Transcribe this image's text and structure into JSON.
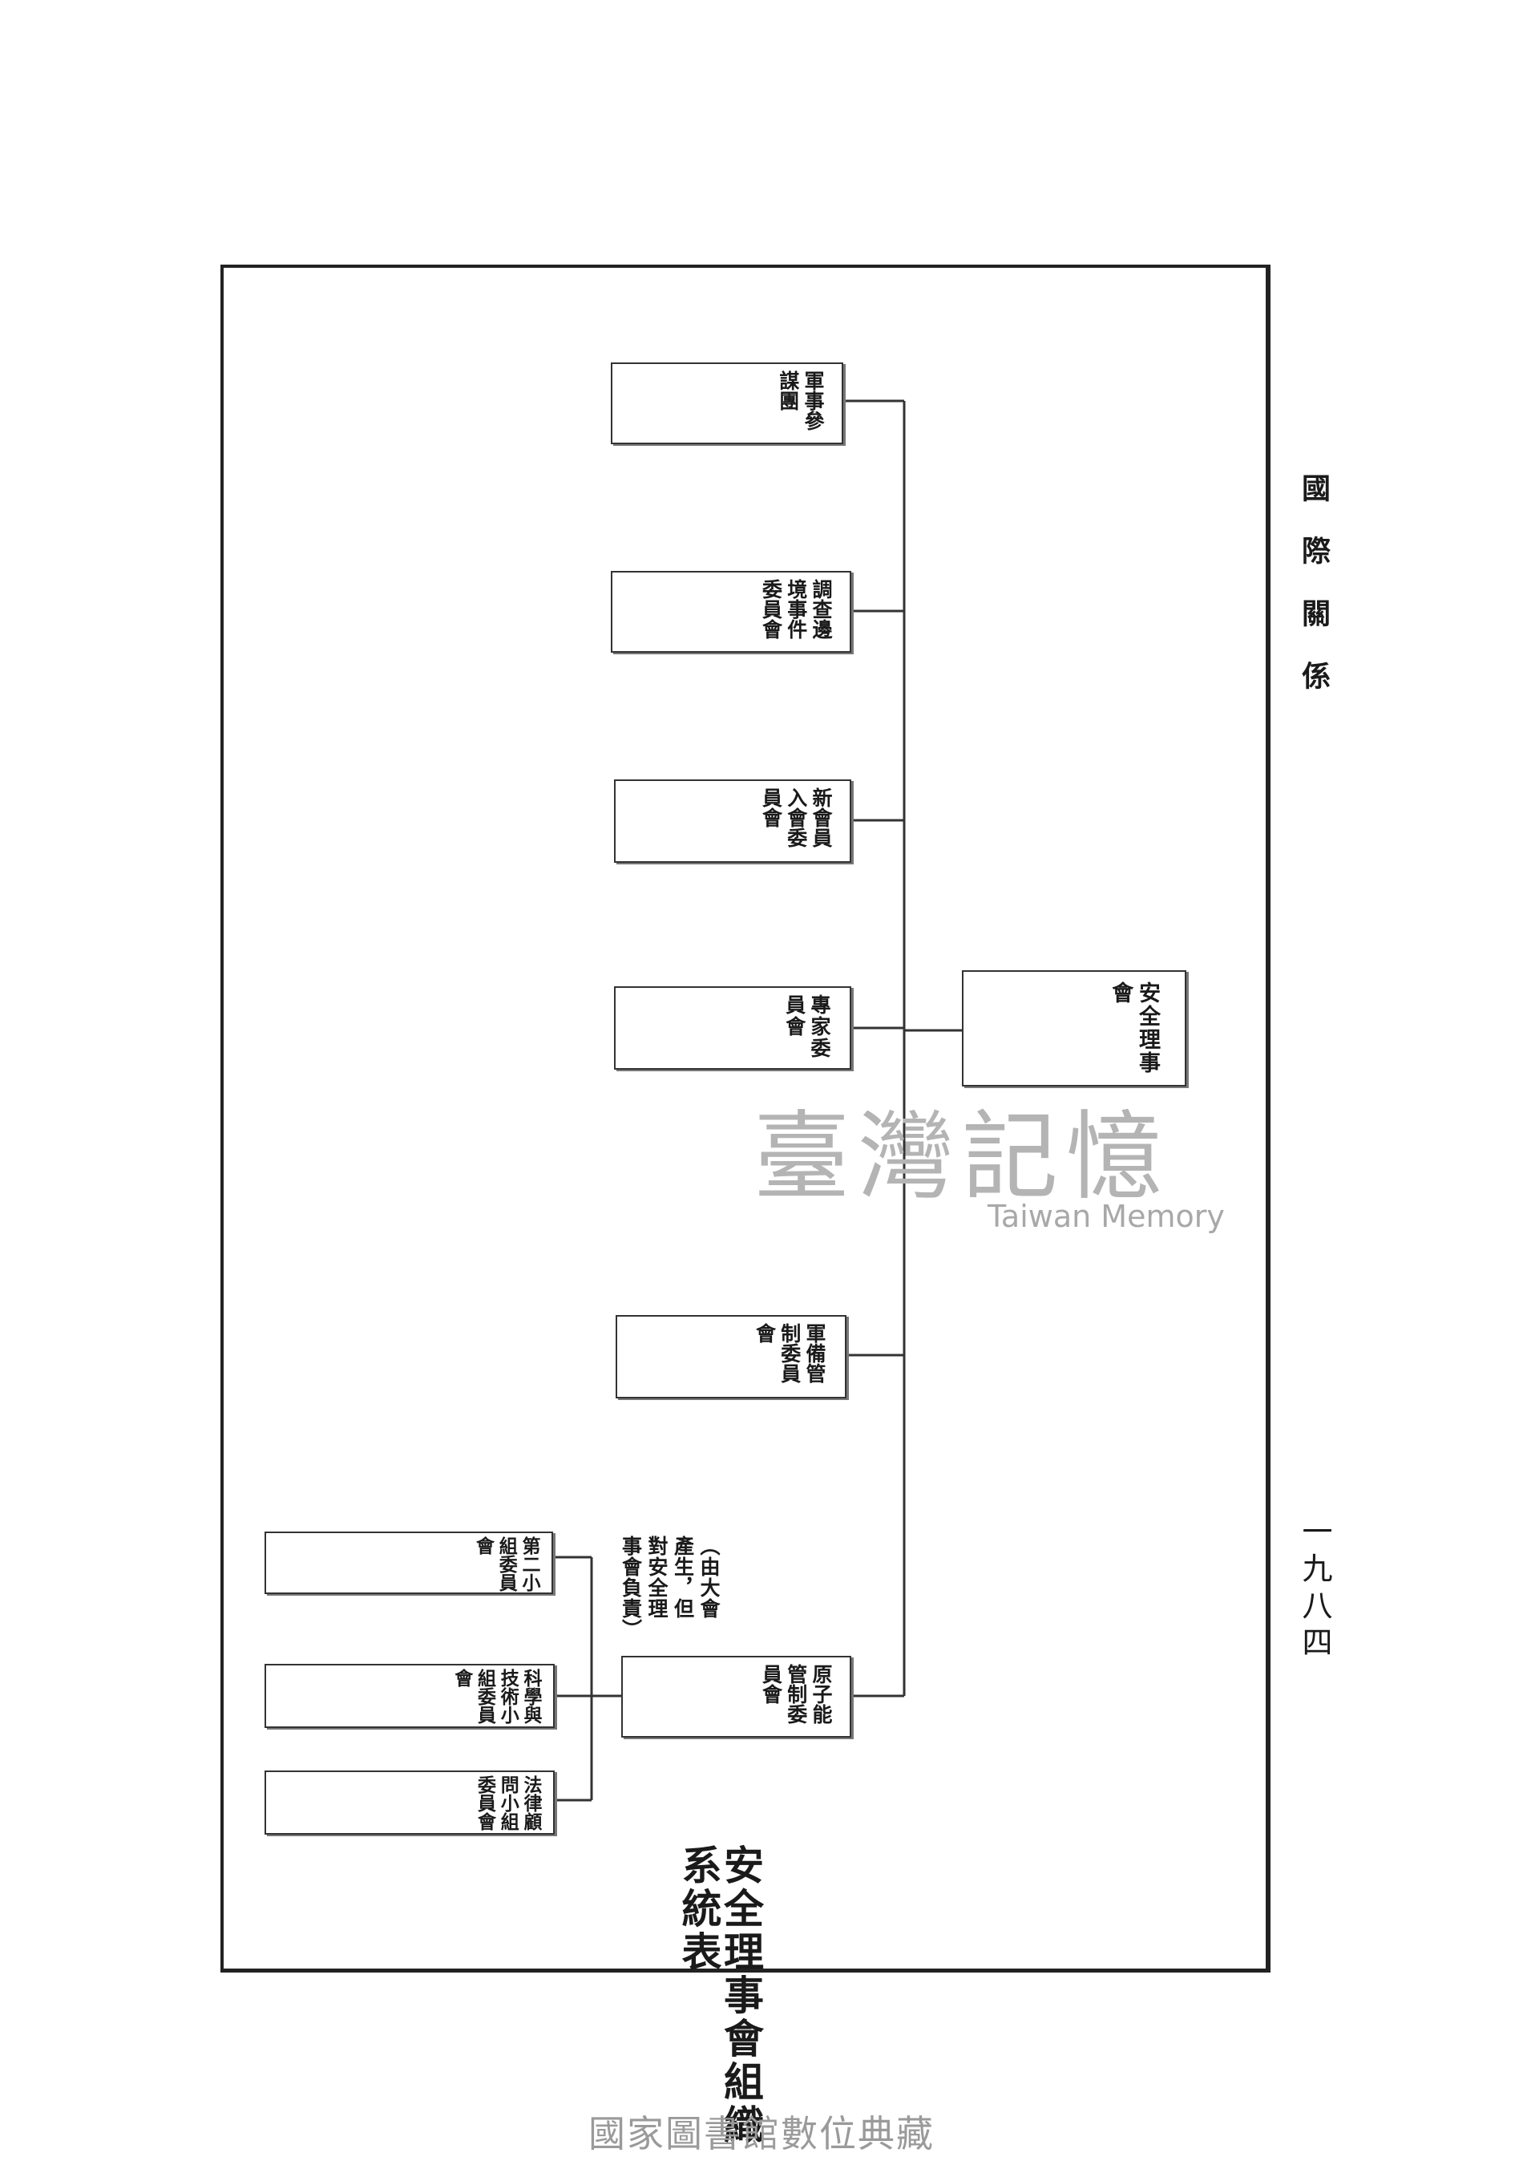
{
  "running_head": "國際關係",
  "page_number": "一九八四",
  "chart_title": "安全理事會組織系統表",
  "root": {
    "label": "安全理事會"
  },
  "committees": [
    {
      "id": "military-staff",
      "label": "軍事參謀團"
    },
    {
      "id": "fact-finding",
      "label": "調查邊境事件委員會"
    },
    {
      "id": "new-members",
      "label": "新會員入會委員會"
    },
    {
      "id": "experts",
      "label": "專家委員會"
    },
    {
      "id": "armaments",
      "label": "軍備管制委員會"
    },
    {
      "id": "atomic",
      "label": "原子能管制委員會"
    }
  ],
  "atomic_note": "（由大會產生，但對安全理事會負責）",
  "subcommittees": [
    {
      "id": "second",
      "label": "第二小組委員會"
    },
    {
      "id": "science-tech",
      "label": "科學與技術小組委員會"
    },
    {
      "id": "legal",
      "label": "法律顧問小組委員會"
    }
  ],
  "watermark": {
    "text": "臺灣記憶",
    "subtitle": "Taiwan Memory"
  },
  "footer": "國家圖書館數位典藏"
}
